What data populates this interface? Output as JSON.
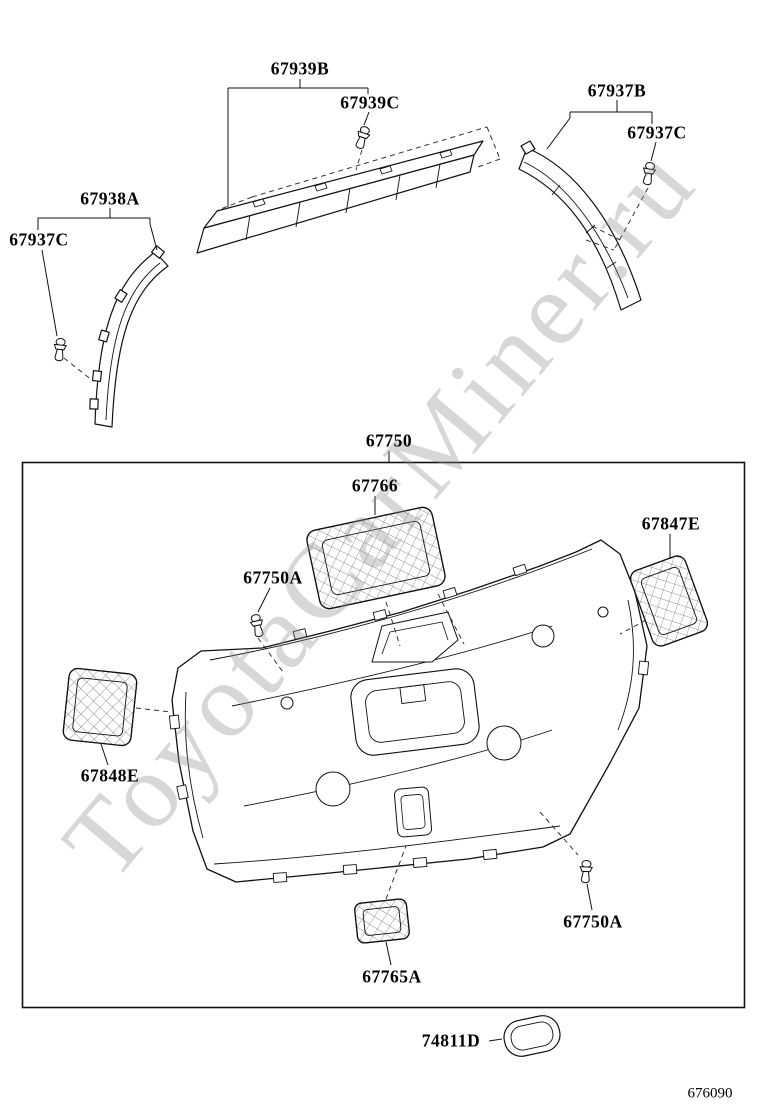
{
  "watermark": "ToyotaCarMiner.ru",
  "diagram_code": "676090",
  "parts": {
    "garnish_upper": "67939B",
    "clip_upper": "67939C",
    "garnish_right": "67937B",
    "clip_right": "67937C",
    "garnish_left": "67938A",
    "clip_left": "67937C",
    "board_assy": "67750",
    "panel_upper": "67766",
    "cover_right": "67847E",
    "clip_board_upper": "67750A",
    "cover_left": "67848E",
    "clip_board_lower": "67750A",
    "cover_lower": "67765A",
    "stopper": "74811D"
  }
}
